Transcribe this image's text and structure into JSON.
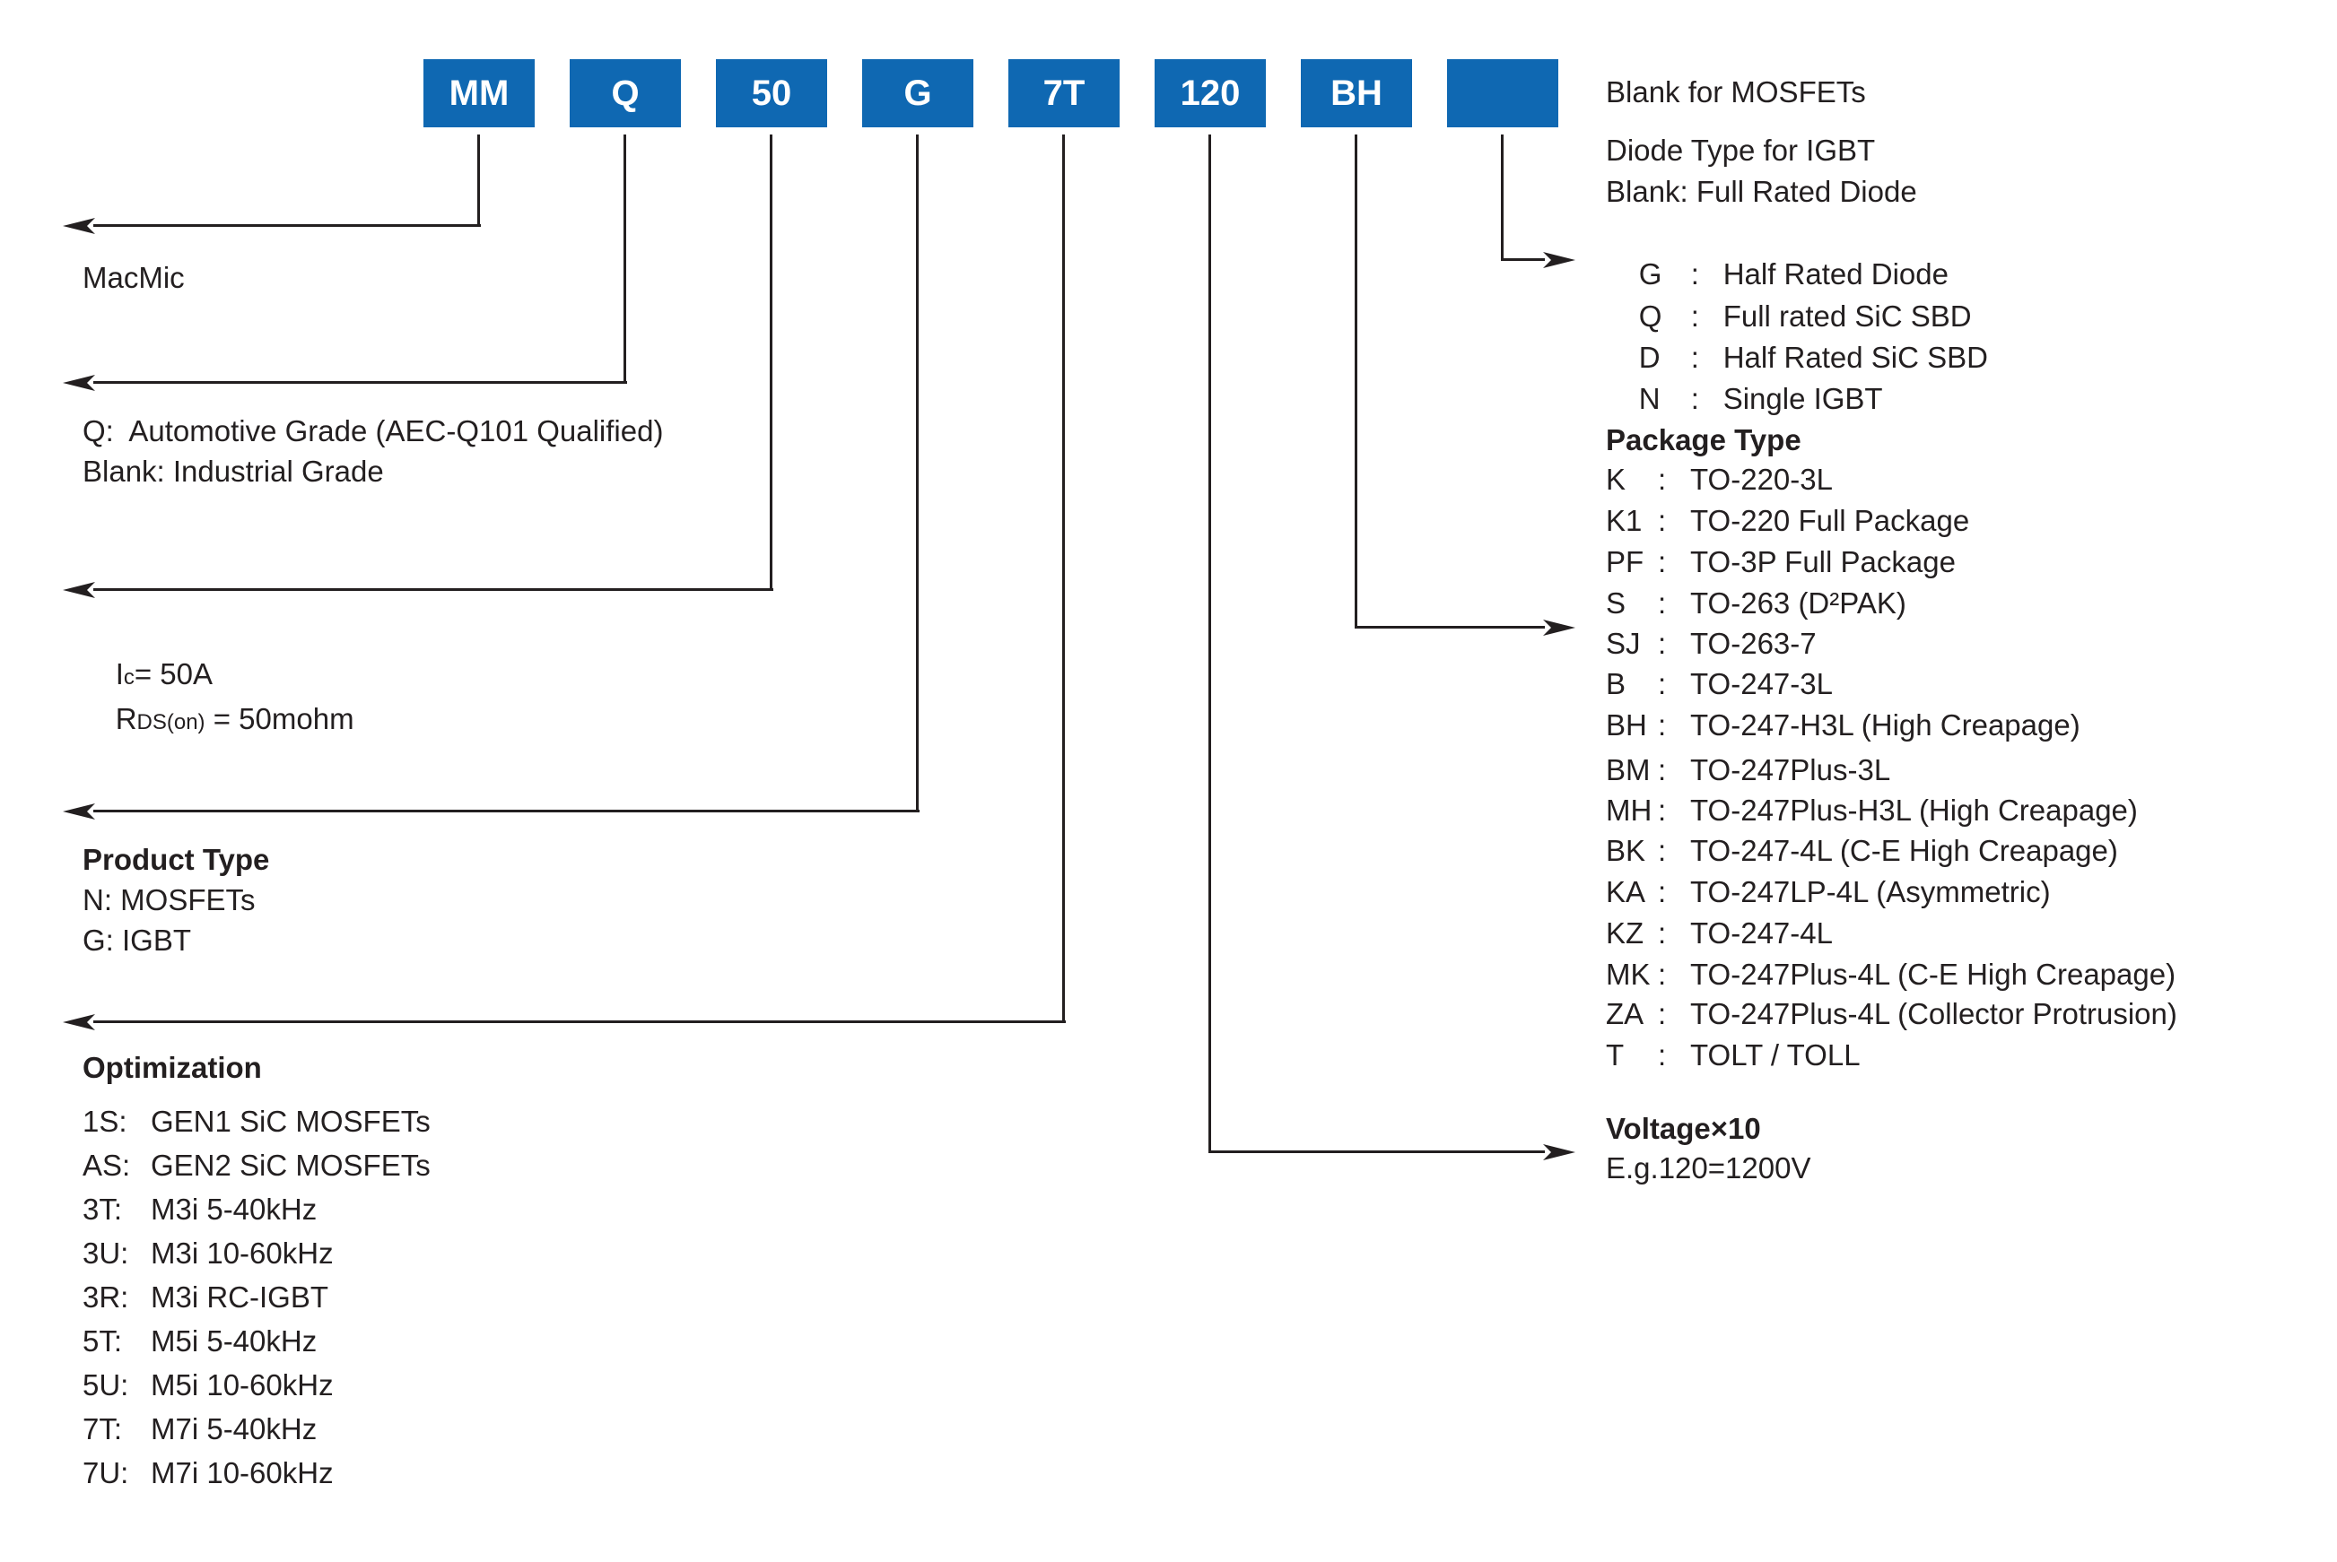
{
  "colors": {
    "accent_blue": "#0f68b2",
    "ink": "#231f20"
  },
  "part_code": {
    "segments": [
      "MM",
      "Q",
      "50",
      "G",
      "7T",
      "120",
      "BH",
      ""
    ]
  },
  "right_column": {
    "mosfet_note": "Blank for MOSFETs",
    "diode_section": {
      "intro_line_1": "Diode Type for IGBT",
      "intro_line_2": "Blank: Full Rated Diode",
      "colon": ":",
      "entries": [
        {
          "key": "G",
          "value": "Half Rated Diode"
        },
        {
          "key": "Q",
          "value": "Full rated SiC SBD"
        },
        {
          "key": "D",
          "value": "Half Rated SiC SBD"
        },
        {
          "key": "N",
          "value": "Single IGBT"
        }
      ]
    },
    "package_section": {
      "title": "Package Type",
      "colon": ":",
      "entries": [
        {
          "key": "K",
          "value": "TO-220-3L"
        },
        {
          "key": "K1",
          "value": "TO-220 Full Package"
        },
        {
          "key": "PF",
          "value": "TO-3P Full Package"
        },
        {
          "key": "S",
          "value": "TO-263 (D²PAK)"
        },
        {
          "key": "SJ",
          "value": "TO-263-7"
        },
        {
          "key": "B",
          "value": "TO-247-3L"
        },
        {
          "key": "BH",
          "value": "TO-247-H3L (High Creapage)"
        },
        {
          "key": "BM",
          "value": "TO-247Plus-3L"
        },
        {
          "key": "MH",
          "value": "TO-247Plus-H3L (High Creapage)"
        },
        {
          "key": "BK",
          "value": "TO-247-4L (C-E High Creapage)"
        },
        {
          "key": "KA",
          "value": "TO-247LP-4L (Asymmetric)"
        },
        {
          "key": "KZ",
          "value": "TO-247-4L"
        },
        {
          "key": "MK",
          "value": "TO-247Plus-4L (C-E High Creapage)"
        },
        {
          "key": "ZA",
          "value": "TO-247Plus-4L (Collector Protrusion)"
        },
        {
          "key": "T",
          "value": "TOLT / TOLL"
        }
      ]
    },
    "voltage_section": {
      "title": "Voltage×10",
      "example": "E.g.120=1200V"
    }
  },
  "left_column": {
    "brand": "MacMic",
    "grade_section": {
      "line_1": "Q:  Automotive Grade (AEC-Q101 Qualified)",
      "line_2": "Blank: Industrial Grade"
    },
    "rating_section": {
      "ic_prefix": "I",
      "ic_sub": "c",
      "ic_rest": "= 50A",
      "rds_prefix": "R",
      "rds_sub": "DS(on)",
      "rds_rest": " = 50mohm"
    },
    "product_type_section": {
      "title": "Product Type",
      "line_1": "N: MOSFETs",
      "line_2": "G: IGBT"
    },
    "optimization_section": {
      "title": "Optimization",
      "entries": [
        {
          "key": "1S:",
          "value": "GEN1 SiC MOSFETs"
        },
        {
          "key": "AS:",
          "value": "GEN2 SiC MOSFETs"
        },
        {
          "key": "3T:",
          "value": "M3i 5-40kHz"
        },
        {
          "key": "3U:",
          "value": "M3i 10-60kHz"
        },
        {
          "key": "3R:",
          "value": "M3i RC-IGBT"
        },
        {
          "key": "5T:",
          "value": "M5i 5-40kHz"
        },
        {
          "key": "5U:",
          "value": "M5i 10-60kHz"
        },
        {
          "key": "7T:",
          "value": "M7i 5-40kHz"
        },
        {
          "key": "7U:",
          "value": "M7i 10-60kHz"
        }
      ]
    }
  }
}
